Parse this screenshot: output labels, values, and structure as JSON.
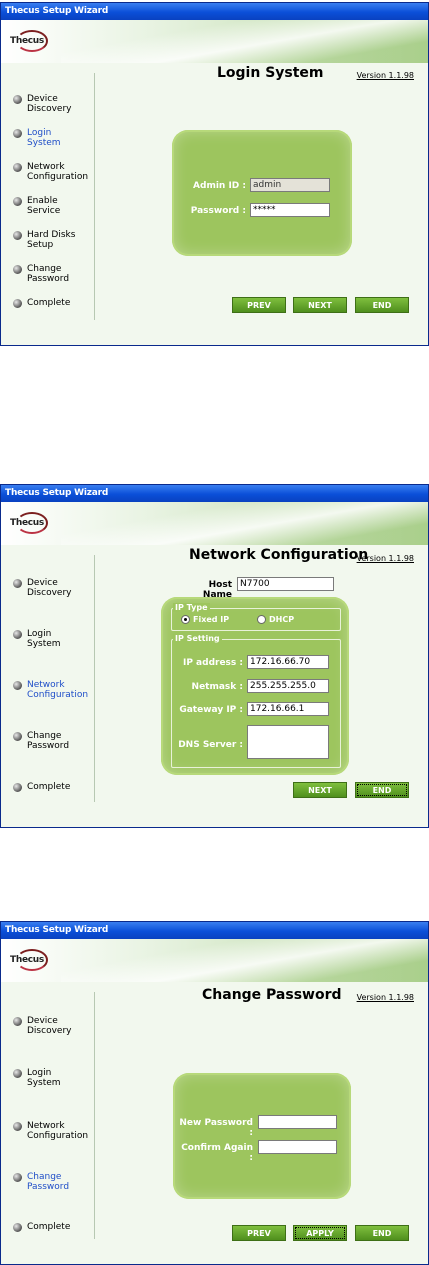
{
  "app": {
    "title": "Thecus Setup Wizard",
    "logo_text": "Thecus",
    "version": "Version 1.1.98"
  },
  "screen1": {
    "heading": "Login System",
    "steps": [
      {
        "label": "Device\nDiscovery"
      },
      {
        "label": "Login\nSystem"
      },
      {
        "label": "Network\nConfiguration"
      },
      {
        "label": "Enable\nService"
      },
      {
        "label": "Hard Disks\nSetup"
      },
      {
        "label": "Change\nPassword"
      },
      {
        "label": "Complete"
      }
    ],
    "admin_id_label": "Admin ID :",
    "admin_id_value": "admin",
    "password_label": "Password :",
    "password_value": "*****",
    "prev": "PREV",
    "next": "NEXT",
    "end": "END"
  },
  "screen2": {
    "heading": "Network Configuration",
    "steps": [
      {
        "label": "Device\nDiscovery"
      },
      {
        "label": "Login\nSystem"
      },
      {
        "label": "Network\nConfiguration"
      },
      {
        "label": "Change\nPassword"
      },
      {
        "label": "Complete"
      }
    ],
    "host_name_label": "Host Name",
    "host_name_value": "N7700",
    "ip_type_legend": "IP Type",
    "fixed_ip": "Fixed IP",
    "dhcp": "DHCP",
    "ip_setting_legend": "IP Setting",
    "ip_address_label": "IP address :",
    "ip_address_value": "172.16.66.70",
    "netmask_label": "Netmask :",
    "netmask_value": "255.255.255.0",
    "gateway_label": "Gateway IP :",
    "gateway_value": "172.16.66.1",
    "dns_label": "DNS Server :",
    "dns_value": "",
    "next": "NEXT",
    "end": "END"
  },
  "screen3": {
    "heading": "Change Password",
    "steps": [
      {
        "label": "Device\nDiscovery"
      },
      {
        "label": "Login\nSystem"
      },
      {
        "label": "Network\nConfiguration"
      },
      {
        "label": "Change\nPassword"
      },
      {
        "label": "Complete"
      }
    ],
    "new_password_label": "New Password :",
    "confirm_label": "Confirm Again :",
    "prev": "PREV",
    "apply": "APPLY",
    "end": "END"
  }
}
